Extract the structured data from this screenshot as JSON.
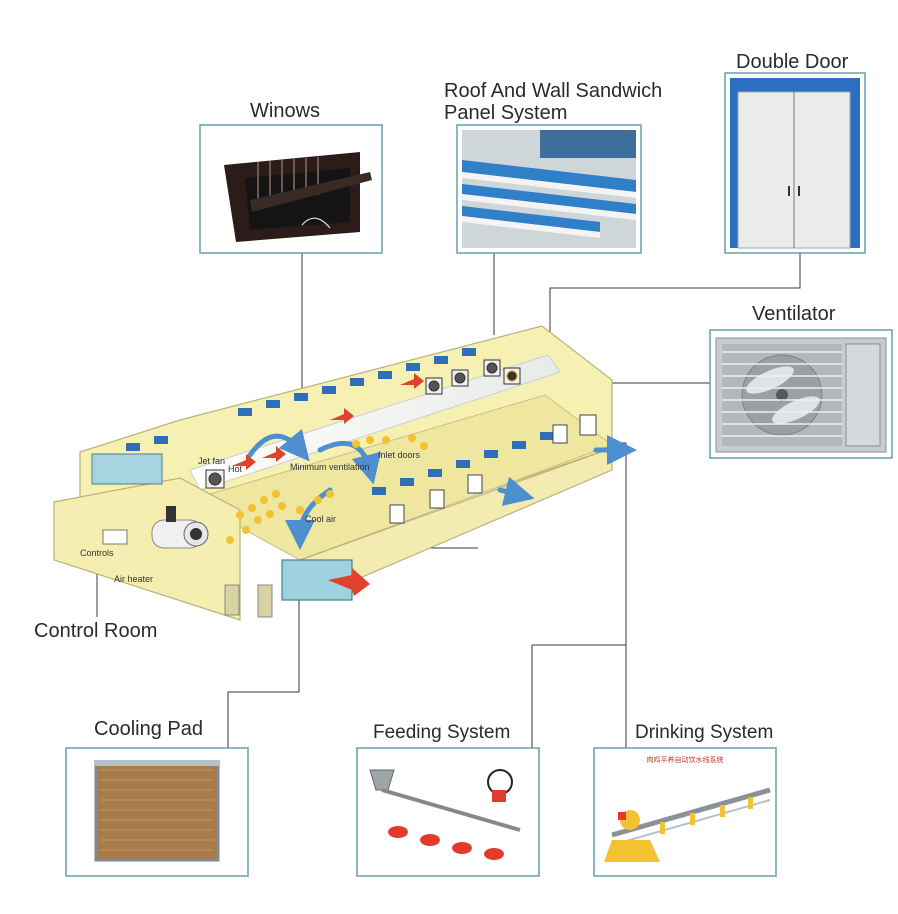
{
  "labels": {
    "windows": "Winows",
    "roof_line1": "Roof And Wall Sandwich",
    "roof_line2": "Panel System",
    "double_door": "Double Door",
    "ventilator": "Ventilator",
    "control_room": "Control Room",
    "cooling_pad": "Cooling Pad",
    "feeding": "Feeding System",
    "drinking": "Drinking System"
  },
  "house_labels": {
    "jet_fan": "Jet fan",
    "hot": "Hot",
    "min_vent": "Minimum ventilation",
    "inlet_doors": "Inlet doors",
    "cool_air": "Cool air",
    "controls": "Controls",
    "air_heater": "Air heater"
  },
  "drinking_caption": "肉鸡平养自动饮水线系统",
  "colors": {
    "frame": "#5a9aa8",
    "house_fill": "#f7f0b3",
    "house_stroke": "#b9b27a",
    "arrow_blue": "#4d8fcf",
    "arrow_red": "#e0432a",
    "chick": "#f2c230",
    "panel_blue": "#2f7fc9",
    "cooling_brown": "#a97a4a"
  }
}
